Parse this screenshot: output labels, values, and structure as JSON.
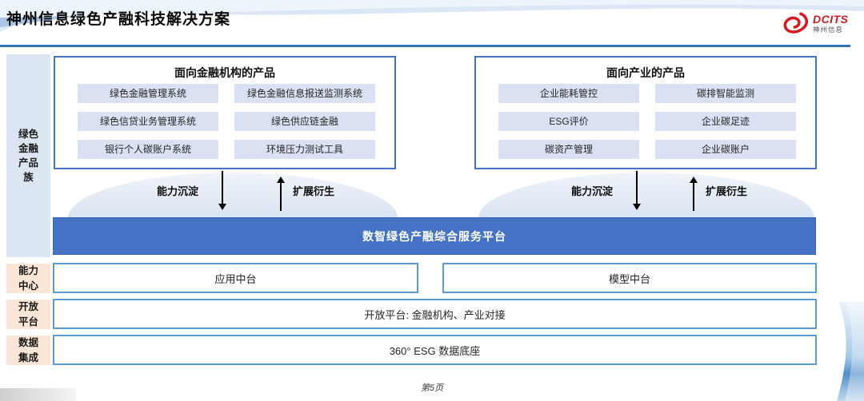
{
  "page": {
    "title": "神州信息绿色产融科技解决方案",
    "footer": "第5页"
  },
  "logo": {
    "name": "DCITS",
    "subtitle": "神州信息",
    "brand_color": "#d71920"
  },
  "rail": {
    "product_family": "绿色金融产品族",
    "capability_center": "能力中心",
    "open_platform": "开放平台",
    "data_integration": "数据集成"
  },
  "finance_box": {
    "title": "面向金融机构的产品",
    "items": [
      "绿色金融管理系统",
      "绿色金融信息报送监测系统",
      "绿色信贷业务管理系统",
      "绿色供应链金融",
      "银行个人碳账户系统",
      "环境压力测试工具"
    ]
  },
  "industry_box": {
    "title": "面向产业的产品",
    "items": [
      "企业能耗管控",
      "碳排智能监测",
      "ESG评价",
      "企业碳足迹",
      "碳资产管理",
      "企业碳账户"
    ]
  },
  "arrows": {
    "down_label": "能力沉淀",
    "up_label": "扩展衍生"
  },
  "platform": {
    "title": "数智绿色产融综合服务平台"
  },
  "capability_row": {
    "app": "应用中台",
    "model": "模型中台"
  },
  "open_row": {
    "text": "开放平台: 金融机构、产业对接"
  },
  "data_row": {
    "text": "360° ESG 数据底座"
  },
  "colors": {
    "accent_blue": "#4472c4",
    "light_blue_border": "#5b9bd5",
    "rail_blue": "#dce6f2",
    "rail_peach": "#fbe5d6",
    "chip_bg": "#dae1f3",
    "header_line": "#2e75b6"
  }
}
